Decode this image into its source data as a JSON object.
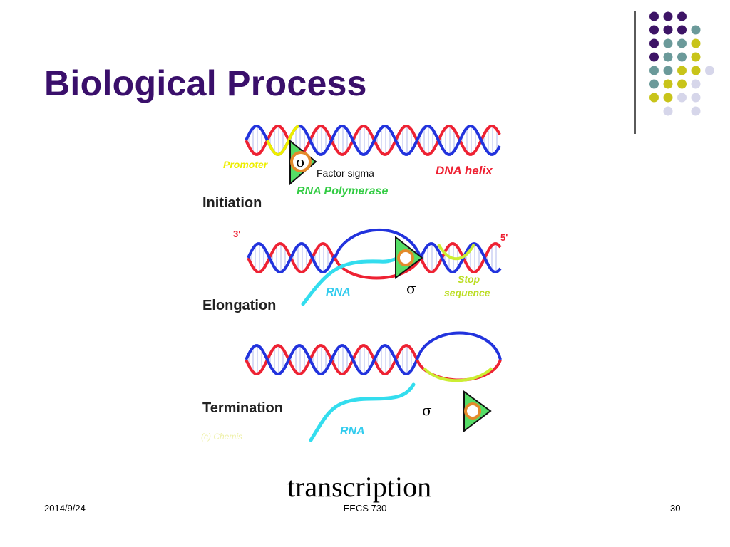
{
  "slide": {
    "title": "Biological Process",
    "caption": "transcription"
  },
  "diagram": {
    "promoter": "Promoter",
    "factor_sigma": "Factor sigma",
    "dna_helix": "DNA helix",
    "rna_polymerase": "RNA Polymerase",
    "sigma": "σ",
    "initiation": "Initiation",
    "three_prime": "3'",
    "five_prime": "5'",
    "rna": "RNA",
    "stop_line1": "Stop",
    "stop_line2": "sequence",
    "elongation": "Elongation",
    "termination": "Termination",
    "credit": "(c) Chemis"
  },
  "footer": {
    "date": "2014/9/24",
    "center": "EECS 730",
    "page": "30"
  },
  "colors": {
    "title": "#3a0f6b",
    "dna_red": "#ee2233",
    "dna_blue": "#2233dd",
    "rna_cyan": "#33ddee",
    "polymerase_green": "#55dd66",
    "stop_yellow": "#ccee33",
    "promoter_yellow": "#eeee00",
    "dot_purple": "#3d1466",
    "dot_teal": "#6b9a9a",
    "dot_olive": "#c8c41a",
    "dot_lavender": "#d6d6ea"
  }
}
